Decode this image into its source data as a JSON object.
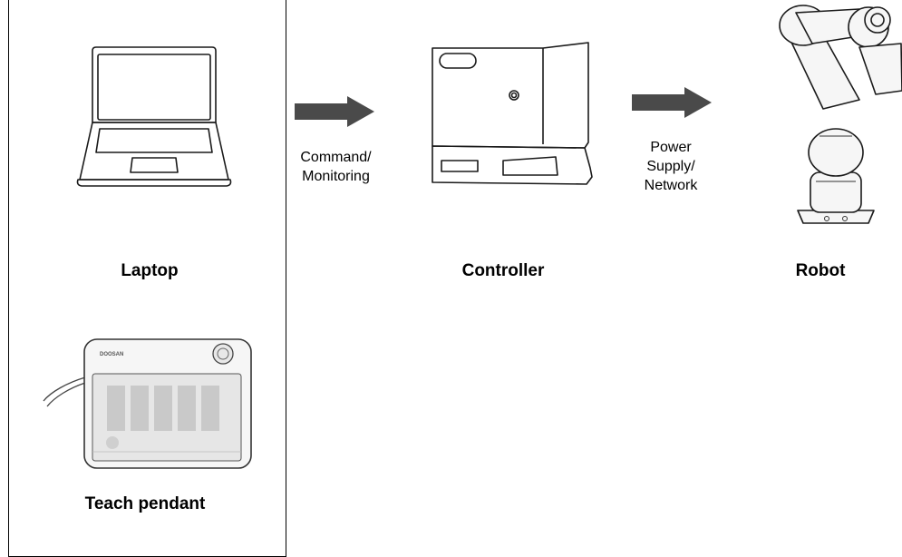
{
  "devices": {
    "laptop": "Laptop",
    "teach_pendant": "Teach pendant",
    "controller": "Controller",
    "robot": "Robot"
  },
  "pendant_brand": "DOOSAN",
  "links": {
    "command": "Command/\nMonitoring",
    "power": "Power\nSupply/\nNetwork"
  },
  "colors": {
    "arrow": "#4a4a4a",
    "line": "#1a1a1a"
  }
}
